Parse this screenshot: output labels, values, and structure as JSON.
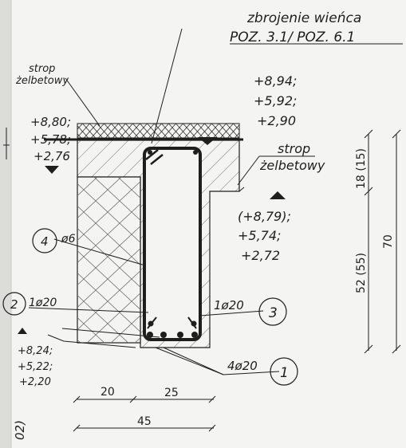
{
  "title_lines": [
    "zbrojenie wieńca",
    "POZ. 3.1/ POZ. 6.1"
  ],
  "slab_label_left": [
    "strop",
    "żelbetowy"
  ],
  "slab_label_right": [
    "strop",
    "żelbetowy"
  ],
  "level_top_right": [
    "+8,94;",
    "+5,92;",
    "+2,90"
  ],
  "level_left": [
    "+8,80;",
    "+5,78;",
    "+2,76"
  ],
  "level_mid_right": [
    "(+8,79);",
    "+5,74;",
    "+2,72"
  ],
  "level_bottom_left": [
    "+8,24;",
    "+5,22;",
    "+2,20"
  ],
  "bars": [
    {
      "pos": "4",
      "spec": "ø6"
    },
    {
      "pos": "2",
      "spec": "1ø20"
    },
    {
      "pos": "3",
      "spec": "1ø20"
    },
    {
      "pos": "1",
      "spec": "4ø20"
    }
  ],
  "dims": {
    "width_left": "20",
    "width_right": "25",
    "width_total": "45",
    "height_top": "18 (15)",
    "height_bottom": "52 (55)",
    "height_total": "70"
  },
  "edge_text": "02)"
}
